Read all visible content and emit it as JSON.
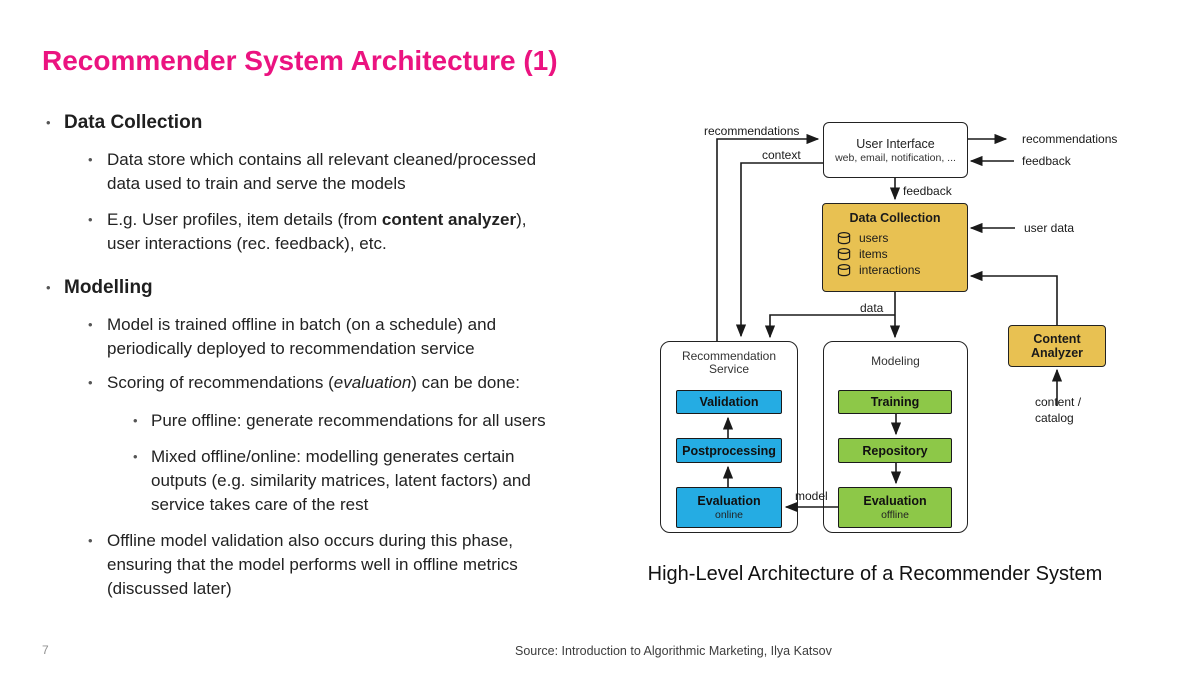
{
  "slide": {
    "title": "Recommender System Architecture (1)",
    "caption": "High-Level Architecture of a Recommender System",
    "page_number": "7",
    "source": "Source: Introduction to Algorithmic Marketing, Ilya Katsov"
  },
  "outline": {
    "sections": [
      {
        "heading": "Data Collection",
        "items": [
          {
            "lines": [
              "Data store which contains all relevant cleaned/processed",
              "data used to train and serve the models"
            ]
          },
          {
            "line1_pre": "E.g. User profiles, item details (from ",
            "line1_bold": "content analyzer",
            "line1_post": "),",
            "line2": "user interactions (rec. feedback), etc."
          }
        ]
      },
      {
        "heading": "Modelling",
        "items": [
          {
            "lines": [
              "Model is trained offline in batch (on a schedule) and",
              "periodically deployed to recommendation service"
            ]
          },
          {
            "line_pre": "Scoring of recommendations (",
            "line_italic": "evaluation",
            "line_post": ") can be done:"
          },
          {
            "lines": [
              "Pure offline: generate recommendations for all users"
            ]
          },
          {
            "lines": [
              "Mixed offline/online: modelling generates certain",
              "outputs (e.g. similarity matrices, latent factors) and",
              "service takes care of the rest"
            ]
          },
          {
            "lines": [
              "Offline model validation also occurs during this phase,",
              "ensuring that the model performs well in offline metrics",
              "(discussed later)"
            ]
          }
        ]
      }
    ]
  },
  "diagram": {
    "user_interface": {
      "title": "User Interface",
      "subtitle": "web, email, notification, ..."
    },
    "data_collection": {
      "title": "Data Collection",
      "stores": [
        "users",
        "items",
        "interactions"
      ]
    },
    "content_analyzer": {
      "line1": "Content",
      "line2": "Analyzer"
    },
    "recommendation_service": {
      "title_line1": "Recommendation",
      "title_line2": "Service",
      "boxes": [
        {
          "label": "Validation"
        },
        {
          "label": "Postprocessing"
        },
        {
          "label": "Evaluation",
          "sublabel": "online"
        }
      ]
    },
    "modeling": {
      "title": "Modeling",
      "boxes": [
        {
          "label": "Training"
        },
        {
          "label": "Repository"
        },
        {
          "label": "Evaluation",
          "sublabel": "offline"
        }
      ]
    },
    "edge_labels": {
      "recommendations_in": "recommendations",
      "context": "context",
      "recommendations_out": "recommendations",
      "feedback_right": "feedback",
      "feedback_down": "feedback",
      "user_data": "user data",
      "data": "data",
      "model": "model",
      "content_catalog_line1": "content /",
      "content_catalog_line2": "catalog"
    },
    "colors": {
      "title_pink": "#EB1380",
      "box_yellow": "#E8C152",
      "box_blue": "#25ACE3",
      "box_green": "#8DC848",
      "line_black": "#1a1a1a"
    }
  }
}
